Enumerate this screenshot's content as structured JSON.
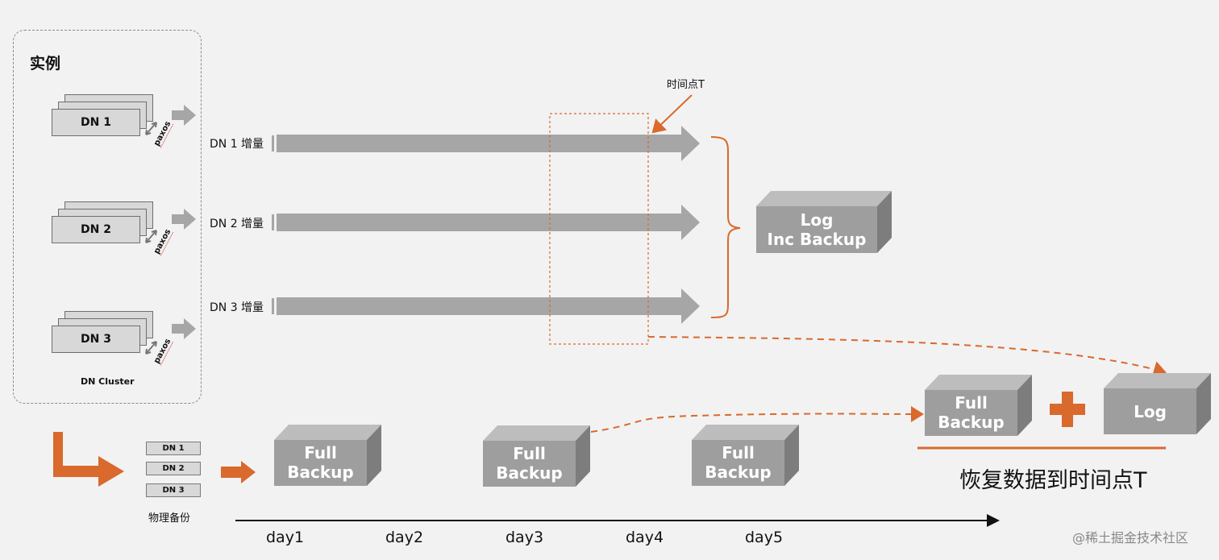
{
  "instance_title": "实例",
  "cluster_label": "DN Cluster",
  "nodes": [
    {
      "label": "DN 1",
      "paxos": "paxos",
      "stream_label": "DN 1 增量"
    },
    {
      "label": "DN 2",
      "paxos": "paxos",
      "stream_label": "DN 2 增量"
    },
    {
      "label": "DN 3",
      "paxos": "paxos",
      "stream_label": "DN 3 增量"
    }
  ],
  "physical_backup": {
    "items": [
      "DN 1",
      "DN 2",
      "DN 3"
    ],
    "label": "物理备份"
  },
  "time_point_label": "时间点T",
  "log_backup": {
    "line1": "Log",
    "line2": "Inc Backup"
  },
  "full_backups": [
    {
      "line1": "Full",
      "line2": "Backup"
    },
    {
      "line1": "Full",
      "line2": "Backup"
    },
    {
      "line1": "Full",
      "line2": "Backup"
    }
  ],
  "restore": {
    "full": {
      "line1": "Full",
      "line2": "Backup"
    },
    "log": "Log",
    "label": "恢复数据到时间点T"
  },
  "timeline": [
    "day1",
    "day2",
    "day3",
    "day4",
    "day5"
  ],
  "watermark": "@稀土掘金技术社区",
  "colors": {
    "background": "#f2f2f2",
    "box_front": "#9e9e9e",
    "box_top": "#bdbdbd",
    "box_side": "#7d7d7d",
    "accent_orange": "#d9692d",
    "arrow_gray": "#a6a6a6"
  }
}
